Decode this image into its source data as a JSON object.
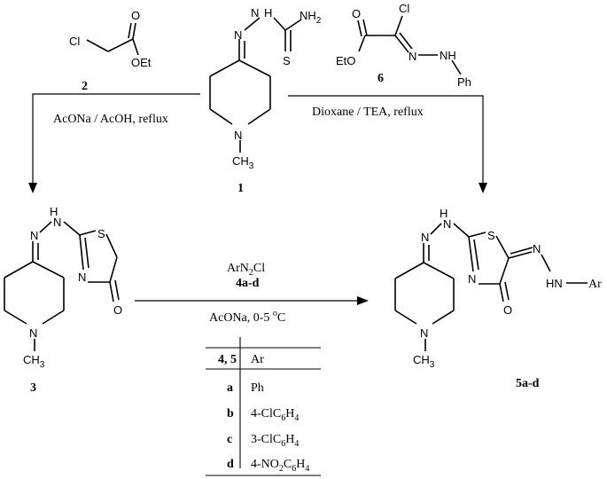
{
  "compounds": {
    "c2": {
      "cl": "Cl",
      "carbonyl_o": "O",
      "oet": "OEt",
      "number": "2"
    },
    "c1": {
      "n1": "N",
      "h": "H",
      "nh2": "NH",
      "nh2_sub": "2",
      "s": "S",
      "n_imine": "N",
      "n_ring": "N",
      "ch3": "CH",
      "ch3_sub": "3",
      "number": "1"
    },
    "c6": {
      "o": "O",
      "cl": "Cl",
      "eto": "EtO",
      "n1": "N",
      "nh": "NH",
      "ph": "Ph",
      "number": "6"
    },
    "c3": {
      "h": "H",
      "n_hn": "N",
      "n_imine": "N",
      "s": "S",
      "n_ring5": "N",
      "o": "O",
      "n_ring": "N",
      "ch3": "CH",
      "ch3_sub": "3",
      "number": "3"
    },
    "c5": {
      "h": "H",
      "n_hn": "N",
      "n_imine": "N",
      "s": "S",
      "n_ring5": "N",
      "o": "O",
      "n_exo": "N",
      "hn": "HN",
      "ar": "Ar",
      "n_ring": "N",
      "ch3": "CH",
      "ch3_sub": "3",
      "number": "5a-d"
    }
  },
  "conditions": {
    "left": "AcONa  / AcOH, reflux",
    "right": "Dioxane  / TEA, reflux",
    "bottom_reagent": "ArN",
    "bottom_reagent_sub": "2",
    "bottom_reagent_tail": "Cl",
    "bottom_reagent_number": "4a-d",
    "bottom_conditions": "AcONa, 0-5 ",
    "bottom_sup": "o",
    "bottom_unit": "C"
  },
  "table": {
    "header": [
      "4, 5",
      "Ar"
    ],
    "rows": [
      {
        "id": "a",
        "ar": "Ph",
        "sub": "",
        "tail": ""
      },
      {
        "id": "b",
        "ar": "4-ClC",
        "sub": "6",
        "mid": "H",
        "sub2": "4",
        "tail": ""
      },
      {
        "id": "c",
        "ar": "3-ClC",
        "sub": "6",
        "mid": "H",
        "sub2": "4",
        "tail": ""
      },
      {
        "id": "d",
        "ar": "4-NO",
        "sub": "2",
        "mid": "C",
        "sub2": "6",
        "mid2": "H",
        "sub3": "4"
      }
    ]
  }
}
